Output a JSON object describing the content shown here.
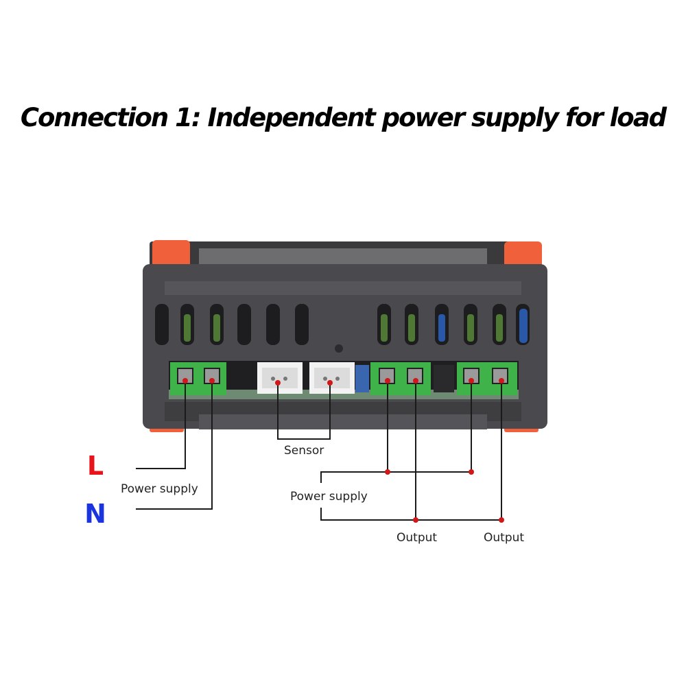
{
  "title": "Connection 1: Independent power supply for load",
  "labels": {
    "L": "L",
    "N": "N",
    "power_supply_left": "Power supply",
    "sensor": "Sensor",
    "power_supply_right": "Power supply",
    "output_1": "Output",
    "output_2": "Output"
  },
  "colors": {
    "L": "#e8141c",
    "N": "#1a35e0",
    "output_1": "#e02020",
    "output_2": "#2436d8",
    "wire": "#1a1a1a",
    "junction": "#d01818",
    "housing": "#4a4a4e",
    "terminal_green": "#3fb24a",
    "orange_clip": "#f0603a",
    "sensor_socket": "#f2f2f2"
  }
}
